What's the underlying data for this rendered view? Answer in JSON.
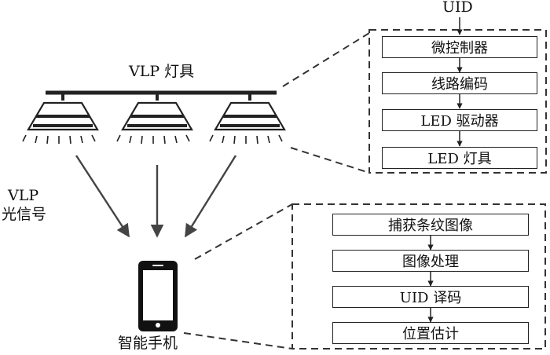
{
  "top_input": {
    "label": "UID"
  },
  "luminaires": {
    "title": "VLP 灯具",
    "count": 3
  },
  "light_signal": {
    "line1": "VLP",
    "line2": "光信号"
  },
  "phone": {
    "label": "智能手机"
  },
  "transmitter_chain": {
    "steps": [
      "微控制器",
      "线路编码",
      "LED 驱动器",
      "LED 灯具"
    ]
  },
  "receiver_chain": {
    "steps": [
      "捕获条纹图像",
      "图像处理",
      "UID 译码",
      "位置估计"
    ]
  }
}
